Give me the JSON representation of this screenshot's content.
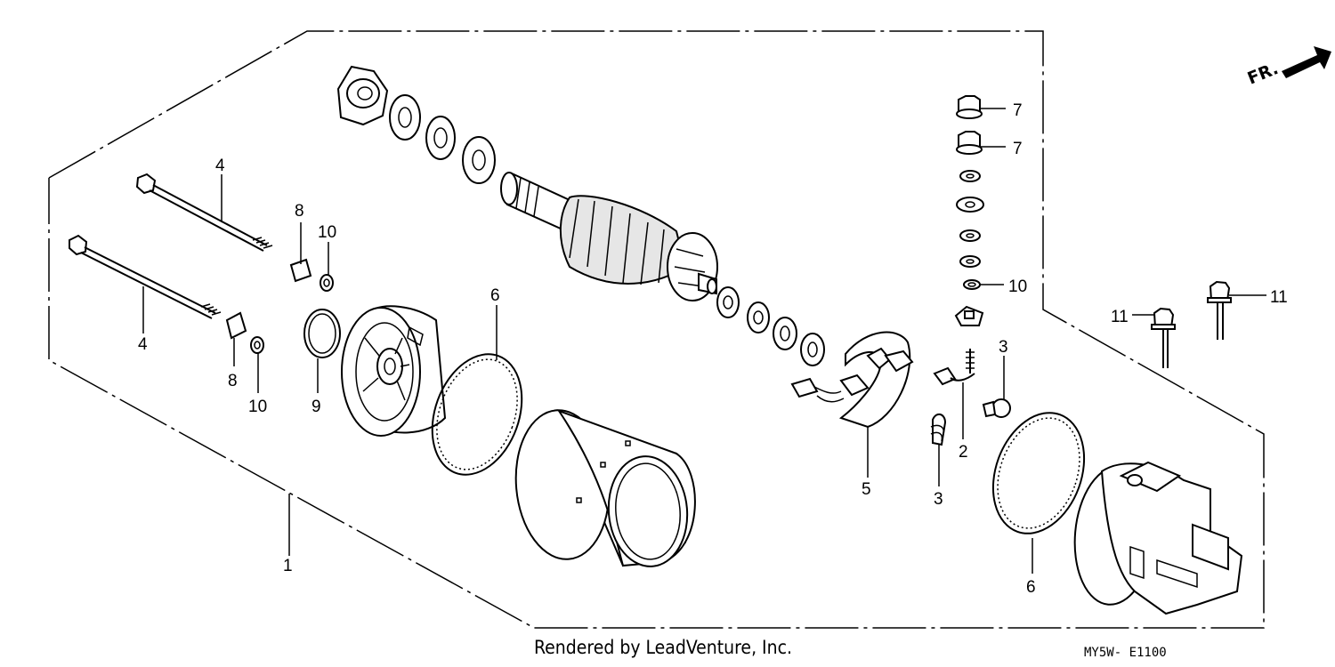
{
  "diagram": {
    "orientation_label": "FR.",
    "callouts": {
      "c1": "1",
      "c2": "2",
      "c3a": "3",
      "c3b": "3",
      "c4a": "4",
      "c4b": "4",
      "c5": "5",
      "c6a": "6",
      "c6b": "6",
      "c7a": "7",
      "c7b": "7",
      "c8a": "8",
      "c8b": "8",
      "c9": "9",
      "c10a": "10",
      "c10b": "10",
      "c10c": "10",
      "c11a": "11",
      "c11b": "11"
    }
  },
  "footer": {
    "credit": "Rendered by LeadVenture, Inc.",
    "code": "MY5W- E1100"
  }
}
